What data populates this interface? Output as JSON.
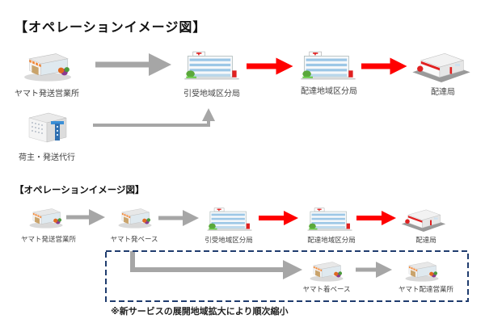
{
  "diagram_top": {
    "title": "【オペレーションイメージ図】",
    "nodes": [
      {
        "id": "yamato_sender_office",
        "label": "ヤマト発送営業所",
        "icon": "store-icon"
      },
      {
        "id": "pickup_district_office",
        "label": "引受地域区分局",
        "icon": "post-building-icon"
      },
      {
        "id": "delivery_district_office",
        "label": "配達地域区分局",
        "icon": "post-building-icon"
      },
      {
        "id": "delivery_office",
        "label": "配達局",
        "icon": "post-office-icon"
      },
      {
        "id": "shipper_agent",
        "label": "荷主・発送代行",
        "icon": "warehouse-icon"
      }
    ],
    "edges": [
      {
        "from": "yamato_sender_office",
        "to": "pickup_district_office",
        "color": "#a6a6a6"
      },
      {
        "from": "shipper_agent",
        "to": "pickup_district_office",
        "color": "#a6a6a6"
      },
      {
        "from": "pickup_district_office",
        "to": "delivery_district_office",
        "color": "#ff0000"
      },
      {
        "from": "delivery_district_office",
        "to": "delivery_office",
        "color": "#ff0000"
      }
    ]
  },
  "diagram_bottom": {
    "title": "【オペレーションイメージ図】",
    "nodes": [
      {
        "id": "yamato_sender_office",
        "label": "ヤマト発送営業所",
        "icon": "store-icon"
      },
      {
        "id": "yamato_origin_base",
        "label": "ヤマト発ベース",
        "icon": "store-icon"
      },
      {
        "id": "pickup_district_office",
        "label": "引受地域区分局",
        "icon": "post-building-icon"
      },
      {
        "id": "delivery_district_office",
        "label": "配達地域区分局",
        "icon": "post-building-icon"
      },
      {
        "id": "delivery_office",
        "label": "配達局",
        "icon": "post-office-icon"
      },
      {
        "id": "yamato_destination_base",
        "label": "ヤマト着ベース",
        "icon": "store-icon"
      },
      {
        "id": "yamato_delivery_office",
        "label": "ヤマト配達営業所",
        "icon": "store-icon"
      }
    ],
    "edges": [
      {
        "from": "yamato_sender_office",
        "to": "yamato_origin_base",
        "color": "#a6a6a6"
      },
      {
        "from": "yamato_origin_base",
        "to": "pickup_district_office",
        "color": "#a6a6a6"
      },
      {
        "from": "pickup_district_office",
        "to": "delivery_district_office",
        "color": "#ff0000"
      },
      {
        "from": "delivery_district_office",
        "to": "delivery_office",
        "color": "#ff0000"
      },
      {
        "from": "yamato_origin_base",
        "to": "yamato_destination_base",
        "color": "#a6a6a6"
      },
      {
        "from": "yamato_destination_base",
        "to": "yamato_delivery_office",
        "color": "#a6a6a6"
      }
    ],
    "dashed_group_color": "#1f3c6e",
    "note": "※新サービスの展開地域拡大により順次縮小"
  },
  "colors": {
    "gray_arrow": "#a6a6a6",
    "red_arrow": "#ff0000",
    "dashed_box": "#1f3c6e"
  }
}
